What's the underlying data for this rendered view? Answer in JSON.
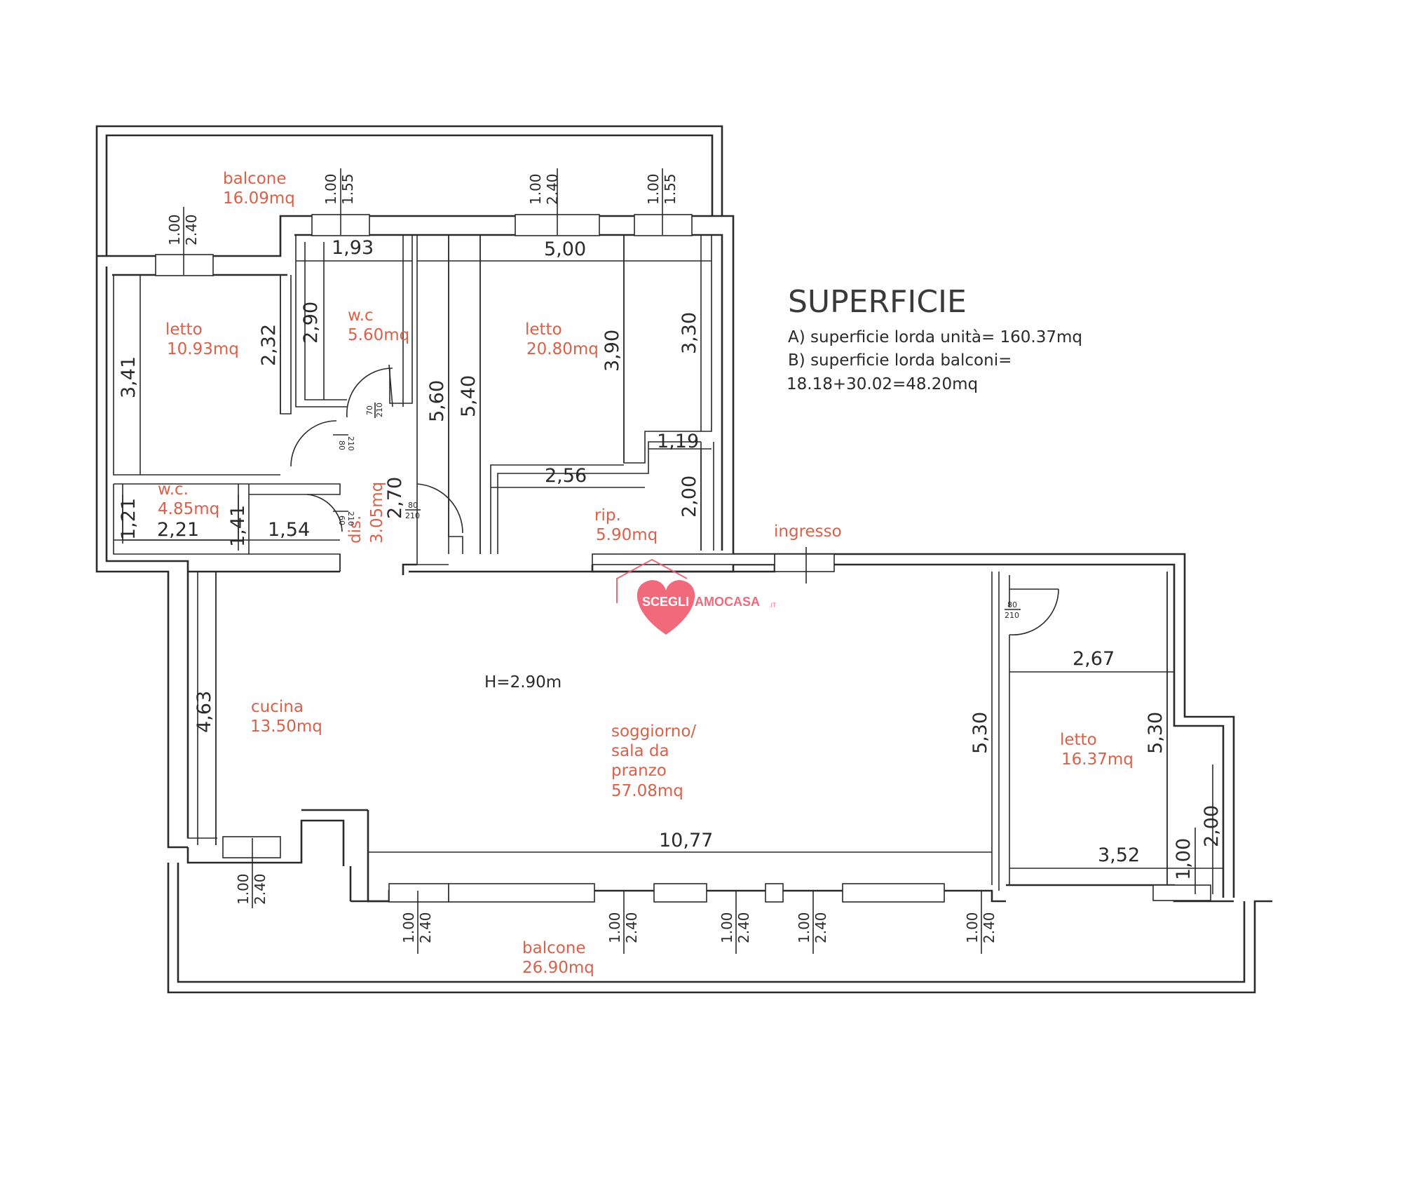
{
  "summary": {
    "title": "SUPERFICIE",
    "line_a": "A) superficie lorda unità= 160.37mq",
    "line_b": "B) superficie lorda balconi=",
    "line_c": "18.18+30.02=48.20mq"
  },
  "ceiling_height": "H=2.90m",
  "rooms": {
    "balcone_north": {
      "name": "balcone",
      "area": "16.09mq"
    },
    "letto_west": {
      "name": "letto",
      "area": "10.93mq"
    },
    "wc_north": {
      "name": "w.c",
      "area": "5.60mq"
    },
    "letto_master": {
      "name": "letto",
      "area": "20.80mq"
    },
    "wc_west": {
      "name": "w.c.",
      "area": "4.85mq"
    },
    "dis": {
      "name": "dis.",
      "area": "3.05mq"
    },
    "rip": {
      "name": "rip.",
      "area": "5.90mq"
    },
    "ingresso": {
      "name": "ingresso"
    },
    "cucina": {
      "name": "cucina",
      "area": "13.50mq"
    },
    "soggiorno": {
      "line1": "soggiorno/",
      "line2": "sala da",
      "line3": "pranzo",
      "area": "57.08mq"
    },
    "letto_east": {
      "name": "letto",
      "area": "16.37mq"
    },
    "balcone_south": {
      "name": "balcone",
      "area": "26.90mq"
    }
  },
  "dimensions": {
    "d_1_93": "1,93",
    "d_5_00": "5,00",
    "d_2_90": "2,90",
    "d_2_32": "2,32",
    "d_3_41": "3,41",
    "d_5_60": "5,60",
    "d_5_40": "5,40",
    "d_3_90": "3,90",
    "d_3_30": "3,30",
    "d_1_19": "1,19",
    "d_2_56": "2,56",
    "d_2_00_rip": "2,00",
    "d_2_70": "2,70",
    "d_1_21": "1,21",
    "d_2_21": "2,21",
    "d_1_41": "1,41",
    "d_1_54": "1,54",
    "d_4_63": "4,63",
    "d_10_77": "10,77",
    "d_5_30_a": "5,30",
    "d_5_30_b": "5,30",
    "d_2_67": "2,67",
    "d_3_52": "3,52",
    "d_1_00_e": "1,00",
    "d_2_00_e": "2,00"
  },
  "windows": {
    "w1_a": "1.00",
    "w1_b": "1.55",
    "w2_a": "1.00",
    "w2_b": "2.40",
    "w3_a": "1.00",
    "w3_b": "1.55",
    "w4_a": "1.00",
    "w4_b": "2.40",
    "w5_a": "1.00",
    "w5_b": "2.40",
    "w6_a": "1.00",
    "w6_b": "2.40",
    "w7_a": "1.00",
    "w7_b": "2.40",
    "w8_a": "1.00",
    "w8_b": "2.40",
    "w9_a": "1.00",
    "w9_b": "2.40",
    "w10_a": "1.00",
    "w10_b": "2.40"
  },
  "doors": {
    "door_wc_a": "70",
    "door_wc_b": "210",
    "door_letto_a": "80",
    "door_letto_b": "210",
    "door_wc2_a": "60",
    "door_wc2_b": "210",
    "door_master_a": "80",
    "door_master_b": "210",
    "door_east_a": "80",
    "door_east_b": "210"
  },
  "logo": {
    "part1": "SCEGLI",
    "part2": "AMOCASA",
    "suffix": ".IT"
  },
  "colors": {
    "room_label": "#d9614a",
    "logo_heart": "#f05a6e"
  }
}
